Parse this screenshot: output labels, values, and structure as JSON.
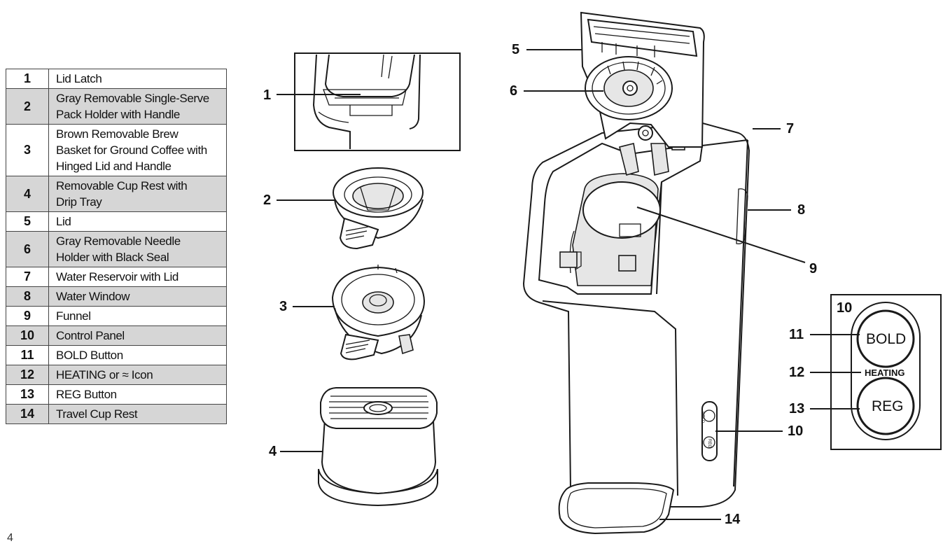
{
  "parts": [
    {
      "num": "1",
      "lines": [
        "Lid Latch"
      ],
      "shaded": false
    },
    {
      "num": "2",
      "lines": [
        "Gray Removable Single-Serve",
        "Pack Holder with Handle"
      ],
      "shaded": true
    },
    {
      "num": "3",
      "lines": [
        "Brown Removable Brew",
        "Basket for Ground Coffee with",
        "Hinged Lid and Handle"
      ],
      "shaded": false
    },
    {
      "num": "4",
      "lines": [
        "Removable Cup Rest with",
        "Drip Tray"
      ],
      "shaded": true
    },
    {
      "num": "5",
      "lines": [
        "Lid"
      ],
      "shaded": false
    },
    {
      "num": "6",
      "lines": [
        "Gray Removable Needle",
        "Holder with Black Seal"
      ],
      "shaded": true
    },
    {
      "num": "7",
      "lines": [
        "Water Reservoir with Lid"
      ],
      "shaded": false
    },
    {
      "num": "8",
      "lines": [
        "Water Window"
      ],
      "shaded": true
    },
    {
      "num": "9",
      "lines": [
        "Funnel"
      ],
      "shaded": false
    },
    {
      "num": "10",
      "lines": [
        "Control Panel"
      ],
      "shaded": true
    },
    {
      "num": "11",
      "lines": [
        "BOLD Button"
      ],
      "shaded": false
    },
    {
      "num": "12",
      "lines": [
        "HEATING or ≈ Icon"
      ],
      "shaded": true
    },
    {
      "num": "13",
      "lines": [
        "REG Button"
      ],
      "shaded": false
    },
    {
      "num": "14",
      "lines": [
        "Travel Cup Rest"
      ],
      "shaded": true
    }
  ],
  "callouts": {
    "c1": "1",
    "c2": "2",
    "c3": "3",
    "c4": "4",
    "c5": "5",
    "c6": "6",
    "c7": "7",
    "c8": "8",
    "c9": "9",
    "c10_machine": "10",
    "c10_panel": "10",
    "c11": "11",
    "c12": "12",
    "c13": "13",
    "c14": "14"
  },
  "control_panel": {
    "bold_label": "BOLD",
    "heating_label": "HEATING",
    "reg_label": "REG",
    "side_bold": "BOLD",
    "side_reg": "REG"
  },
  "page_number": "4"
}
